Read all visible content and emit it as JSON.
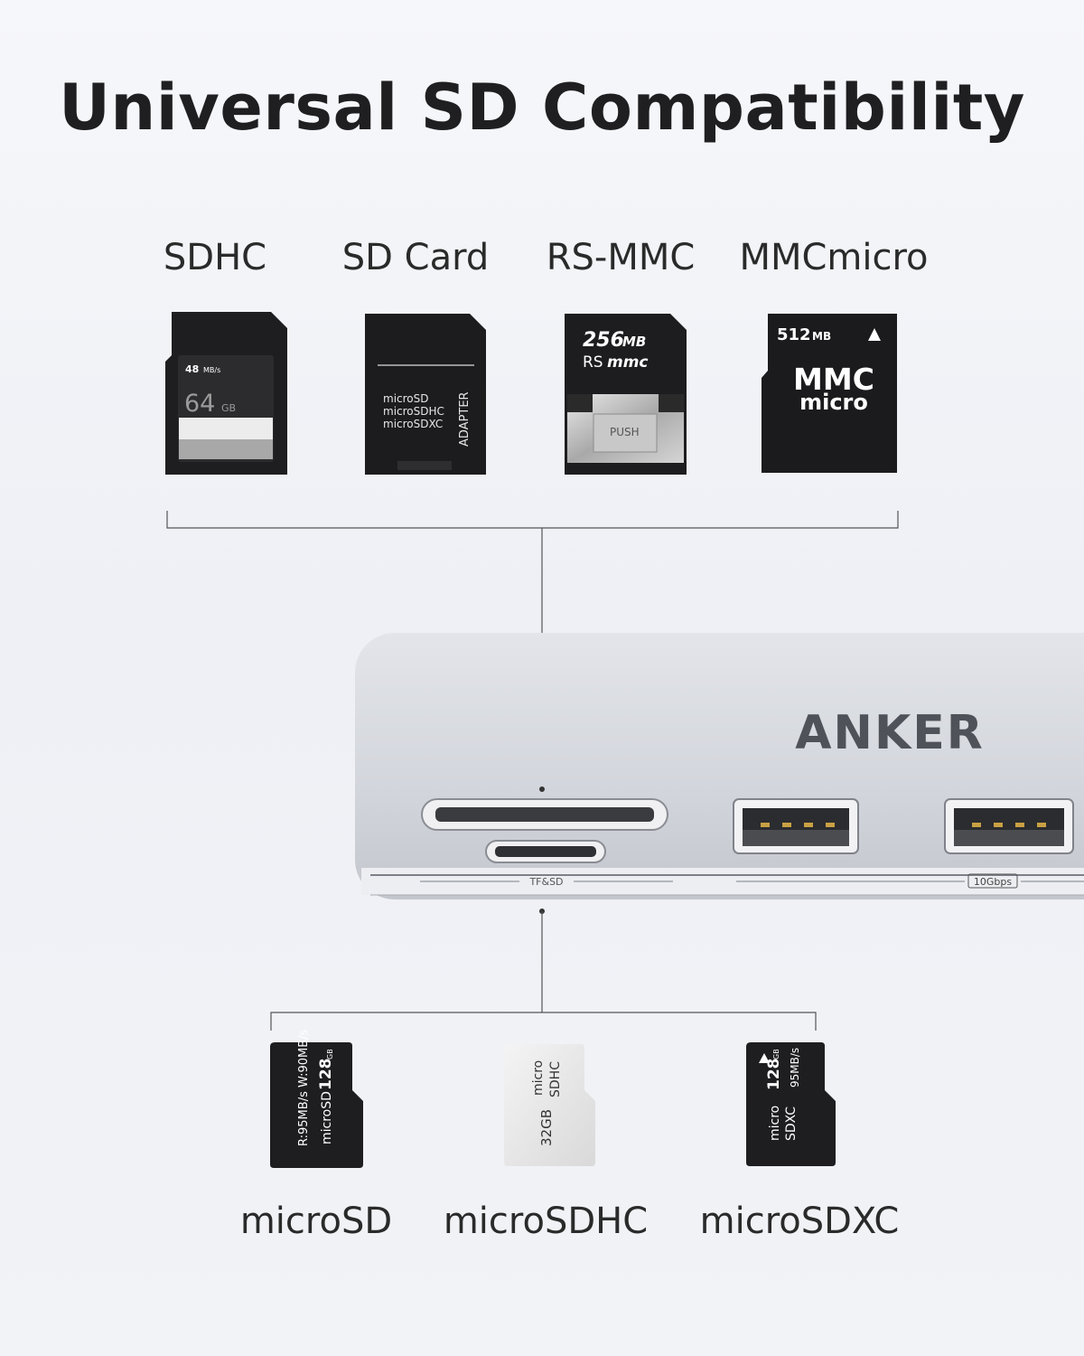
{
  "title": "Universal SD Compatibility",
  "top_cards": [
    {
      "label": "SDHC"
    },
    {
      "label": "SD Card"
    },
    {
      "label": "RS-MMC"
    },
    {
      "label": "MMCmicro"
    }
  ],
  "sdhc_card": {
    "speed": "48",
    "speed_unit": "MB/s",
    "capacity": "64",
    "capacity_unit": "GB"
  },
  "adapter_card": {
    "lines": [
      "microSD",
      "microSDHC",
      "microSDXC"
    ],
    "side_text": "ADAPTER"
  },
  "rsmmc_card": {
    "capacity": "256",
    "unit": "MB",
    "brand_rs": "RS",
    "brand_mmc": "mmc",
    "push": "PUSH"
  },
  "mmcmicro_card": {
    "capacity": "512",
    "unit": "MB",
    "line1": "MMC",
    "line2": "micro"
  },
  "hub": {
    "brand": "ANKER",
    "slot_label": "TF&SD",
    "port_label": "10Gbps",
    "body_color": "#d7d9de"
  },
  "bottom_cards": [
    {
      "label": "microSD"
    },
    {
      "label": "microSDHC"
    },
    {
      "label": "microSDXC"
    }
  ],
  "microsd_card": {
    "speeds": "R:95MB/s W:90MB/s",
    "name": "microSD",
    "capacity": "128",
    "unit": "GB"
  },
  "microsdhc_card": {
    "line1": "micro",
    "line2": "SDHC",
    "capacity": "32GB"
  },
  "microsdxc_card": {
    "capacity": "128",
    "unit": "GB",
    "speed": "95MB/s",
    "line1": "micro",
    "line2": "SDXC"
  }
}
